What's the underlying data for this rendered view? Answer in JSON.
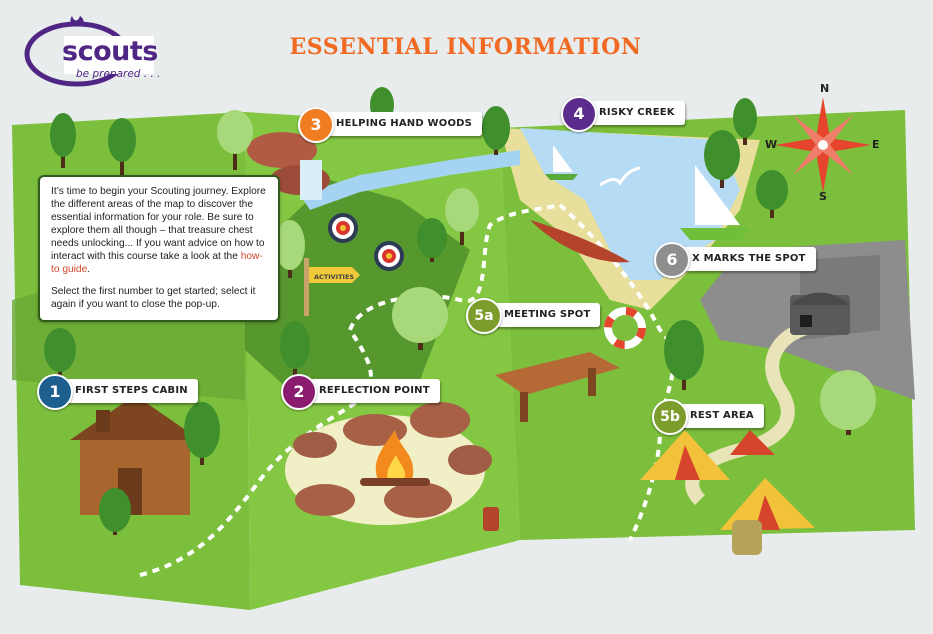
{
  "header": {
    "logo_word": "scouts",
    "logo_tagline": "be prepared . . .",
    "title": "ESSENTIAL INFORMATION"
  },
  "intro": {
    "paragraph1_text": "It’s time to begin your Scouting journey. Explore the different areas of the map to discover the essential information for your role. Be sure to explore them all though – that treasure chest needs unlocking... If you want advice on how to interact with this course take a look at the ",
    "link_text": "how-to guide",
    "paragraph1_end": ".",
    "paragraph2": "Select the first number to get started; select it again if you want to close the pop-up."
  },
  "map": {
    "signpost_label": "ACTIVITIES",
    "compass": {
      "n": "N",
      "e": "E",
      "s": "S",
      "w": "W"
    }
  },
  "hotspots": [
    {
      "id": "1",
      "number": "1",
      "label": "FIRST STEPS CABIN",
      "color": "#1d5f8f"
    },
    {
      "id": "2",
      "number": "2",
      "label": "REFLECTION POINT",
      "color": "#8b1b6e"
    },
    {
      "id": "3",
      "number": "3",
      "label": "HELPING HAND WOODS",
      "color": "#f07d22"
    },
    {
      "id": "4",
      "number": "4",
      "label": "RISKY CREEK",
      "color": "#5c2c8c"
    },
    {
      "id": "5a",
      "number": "5a",
      "label": "MEETING SPOT",
      "color": "#7c9c2c"
    },
    {
      "id": "5b",
      "number": "5b",
      "label": "REST AREA",
      "color": "#7c9c2c"
    },
    {
      "id": "6",
      "number": "6",
      "label": "X MARKS THE SPOT",
      "color": "#8e8e8e"
    }
  ],
  "colors": {
    "title": "#f06a23",
    "brand_purple": "#4f2683",
    "grass": "#7cbf3c",
    "dark_grass": "#4f8f2a",
    "water": "#b6dcf5",
    "sand": "#e8df9c",
    "rock": "#8d8d8d"
  }
}
